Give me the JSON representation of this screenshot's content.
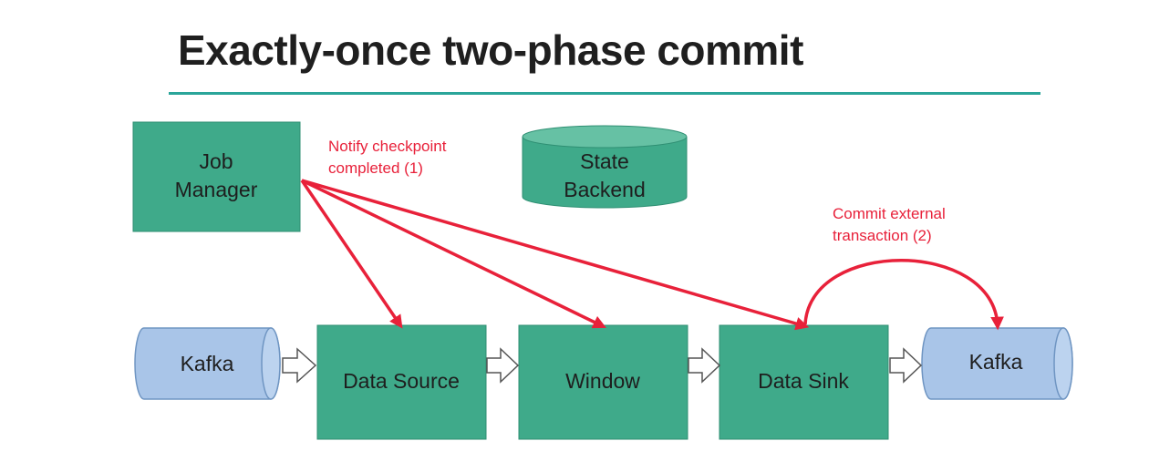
{
  "title": "Exactly-once two-phase commit",
  "colors": {
    "rule": "#2aa59a",
    "box_fill": "#3faa8a",
    "box_stroke": "#2f8f73",
    "kafka_fill": "#a9c5e8",
    "kafka_stroke": "#6f95c2",
    "arrow_red": "#e8213a",
    "flow_arrow_fill": "#ffffff",
    "flow_arrow_stroke": "#555555"
  },
  "nodes": {
    "job_manager": [
      "Job",
      "Manager"
    ],
    "state_backend": [
      "State",
      "Backend"
    ],
    "kafka_in": "Kafka",
    "data_source": "Data Source",
    "window": "Window",
    "data_sink": "Data Sink",
    "kafka_out": "Kafka"
  },
  "annotations": {
    "notify": [
      "Notify checkpoint",
      "completed (1)"
    ],
    "commit": [
      "Commit external",
      "transaction (2)"
    ]
  }
}
